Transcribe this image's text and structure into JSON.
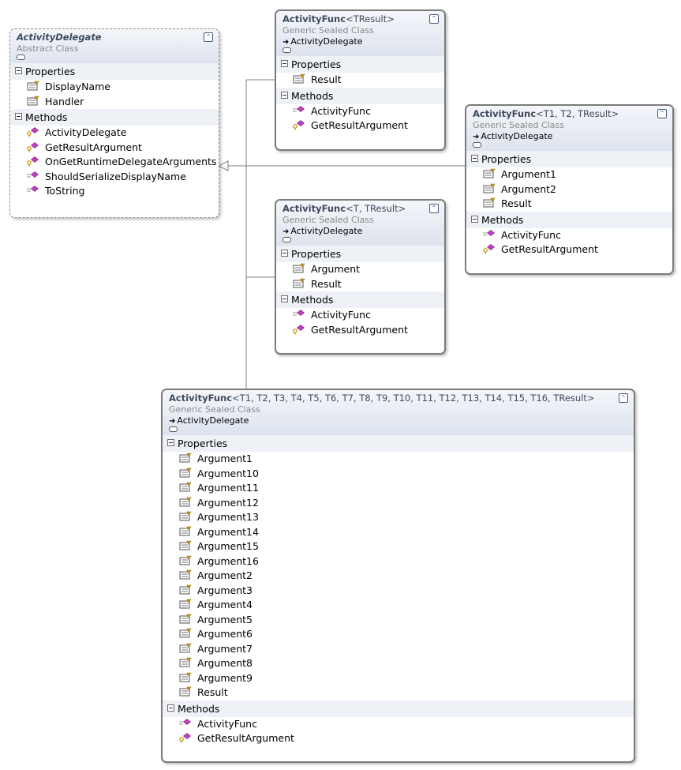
{
  "classes": {
    "activity_delegate": {
      "name": "ActivityDelegate",
      "kind": "Abstract Class",
      "sections": [
        {
          "title": "Properties",
          "members": [
            {
              "name": "DisplayName",
              "icon": "property-icon"
            },
            {
              "name": "Handler",
              "icon": "property-icon"
            }
          ]
        },
        {
          "title": "Methods",
          "members": [
            {
              "name": "ActivityDelegate",
              "icon": "protected-method-icon"
            },
            {
              "name": "GetResultArgument",
              "icon": "protected-method-icon"
            },
            {
              "name": "OnGetRuntimeDelegateArguments",
              "icon": "protected-method-icon"
            },
            {
              "name": "ShouldSerializeDisplayName",
              "icon": "method-icon"
            },
            {
              "name": "ToString",
              "icon": "method-icon"
            }
          ]
        }
      ]
    },
    "func_tresult": {
      "name": "ActivityFunc",
      "type_params": "<TResult>",
      "kind": "Generic Sealed Class",
      "base": "ActivityDelegate",
      "sections": [
        {
          "title": "Properties",
          "members": [
            {
              "name": "Result",
              "icon": "property-icon"
            }
          ]
        },
        {
          "title": "Methods",
          "members": [
            {
              "name": "ActivityFunc",
              "icon": "method-icon"
            },
            {
              "name": "GetResultArgument",
              "icon": "protected-method-icon"
            }
          ]
        }
      ]
    },
    "func_t1_t2": {
      "name": "ActivityFunc",
      "type_params": "<T1, T2, TResult>",
      "kind": "Generic Sealed Class",
      "base": "ActivityDelegate",
      "sections": [
        {
          "title": "Properties",
          "members": [
            {
              "name": "Argument1",
              "icon": "property-icon"
            },
            {
              "name": "Argument2",
              "icon": "property-icon"
            },
            {
              "name": "Result",
              "icon": "property-icon"
            }
          ]
        },
        {
          "title": "Methods",
          "members": [
            {
              "name": "ActivityFunc",
              "icon": "method-icon"
            },
            {
              "name": "GetResultArgument",
              "icon": "protected-method-icon"
            }
          ]
        }
      ]
    },
    "func_t": {
      "name": "ActivityFunc",
      "type_params": "<T, TResult>",
      "kind": "Generic Sealed Class",
      "base": "ActivityDelegate",
      "sections": [
        {
          "title": "Properties",
          "members": [
            {
              "name": "Argument",
              "icon": "property-icon"
            },
            {
              "name": "Result",
              "icon": "property-icon"
            }
          ]
        },
        {
          "title": "Methods",
          "members": [
            {
              "name": "ActivityFunc",
              "icon": "method-icon"
            },
            {
              "name": "GetResultArgument",
              "icon": "protected-method-icon"
            }
          ]
        }
      ]
    },
    "func_t16": {
      "name": "ActivityFunc",
      "type_params": "<T1, T2, T3, T4, T5, T6, T7, T8, T9, T10, T11, T12, T13, T14, T15, T16, TResult>",
      "kind": "Generic Sealed Class",
      "base": "ActivityDelegate",
      "sections": [
        {
          "title": "Properties",
          "members": [
            {
              "name": "Argument1",
              "icon": "property-icon"
            },
            {
              "name": "Argument10",
              "icon": "property-icon"
            },
            {
              "name": "Argument11",
              "icon": "property-icon"
            },
            {
              "name": "Argument12",
              "icon": "property-icon"
            },
            {
              "name": "Argument13",
              "icon": "property-icon"
            },
            {
              "name": "Argument14",
              "icon": "property-icon"
            },
            {
              "name": "Argument15",
              "icon": "property-icon"
            },
            {
              "name": "Argument16",
              "icon": "property-icon"
            },
            {
              "name": "Argument2",
              "icon": "property-icon"
            },
            {
              "name": "Argument3",
              "icon": "property-icon"
            },
            {
              "name": "Argument4",
              "icon": "property-icon"
            },
            {
              "name": "Argument5",
              "icon": "property-icon"
            },
            {
              "name": "Argument6",
              "icon": "property-icon"
            },
            {
              "name": "Argument7",
              "icon": "property-icon"
            },
            {
              "name": "Argument8",
              "icon": "property-icon"
            },
            {
              "name": "Argument9",
              "icon": "property-icon"
            },
            {
              "name": "Result",
              "icon": "property-icon"
            }
          ]
        },
        {
          "title": "Methods",
          "members": [
            {
              "name": "ActivityFunc",
              "icon": "method-icon"
            },
            {
              "name": "GetResultArgument",
              "icon": "protected-method-icon"
            }
          ]
        }
      ]
    }
  },
  "colors": {
    "header_top": "#f4f6fa",
    "header_bottom": "#dde3ee",
    "section_header": "#eef1f6",
    "border": "#7b7b7b",
    "connector": "#808080",
    "method_icon": "#c040c0",
    "property_icon": "#d4a017"
  }
}
